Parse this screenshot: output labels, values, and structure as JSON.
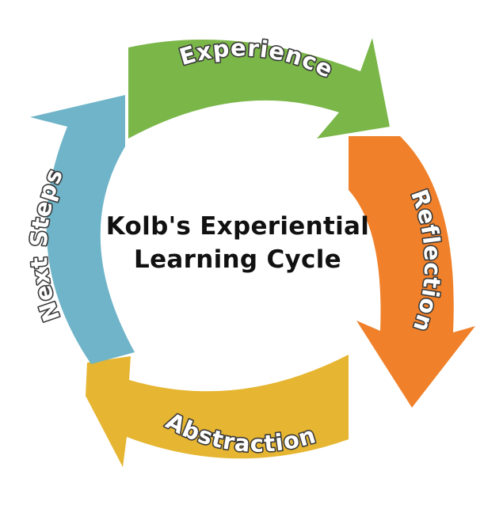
{
  "title": {
    "line1": "Kolb's Experiential",
    "line2": "Learning Cycle"
  },
  "stages": [
    {
      "key": "experience",
      "label": "Experience",
      "color": "#7ab648"
    },
    {
      "key": "reflection",
      "label": "Reflection",
      "color": "#f0812a"
    },
    {
      "key": "abstraction",
      "label": "Abstraction",
      "color": "#e6b531"
    },
    {
      "key": "next-steps",
      "label": "Next Steps",
      "color": "#6fb4c8"
    }
  ]
}
